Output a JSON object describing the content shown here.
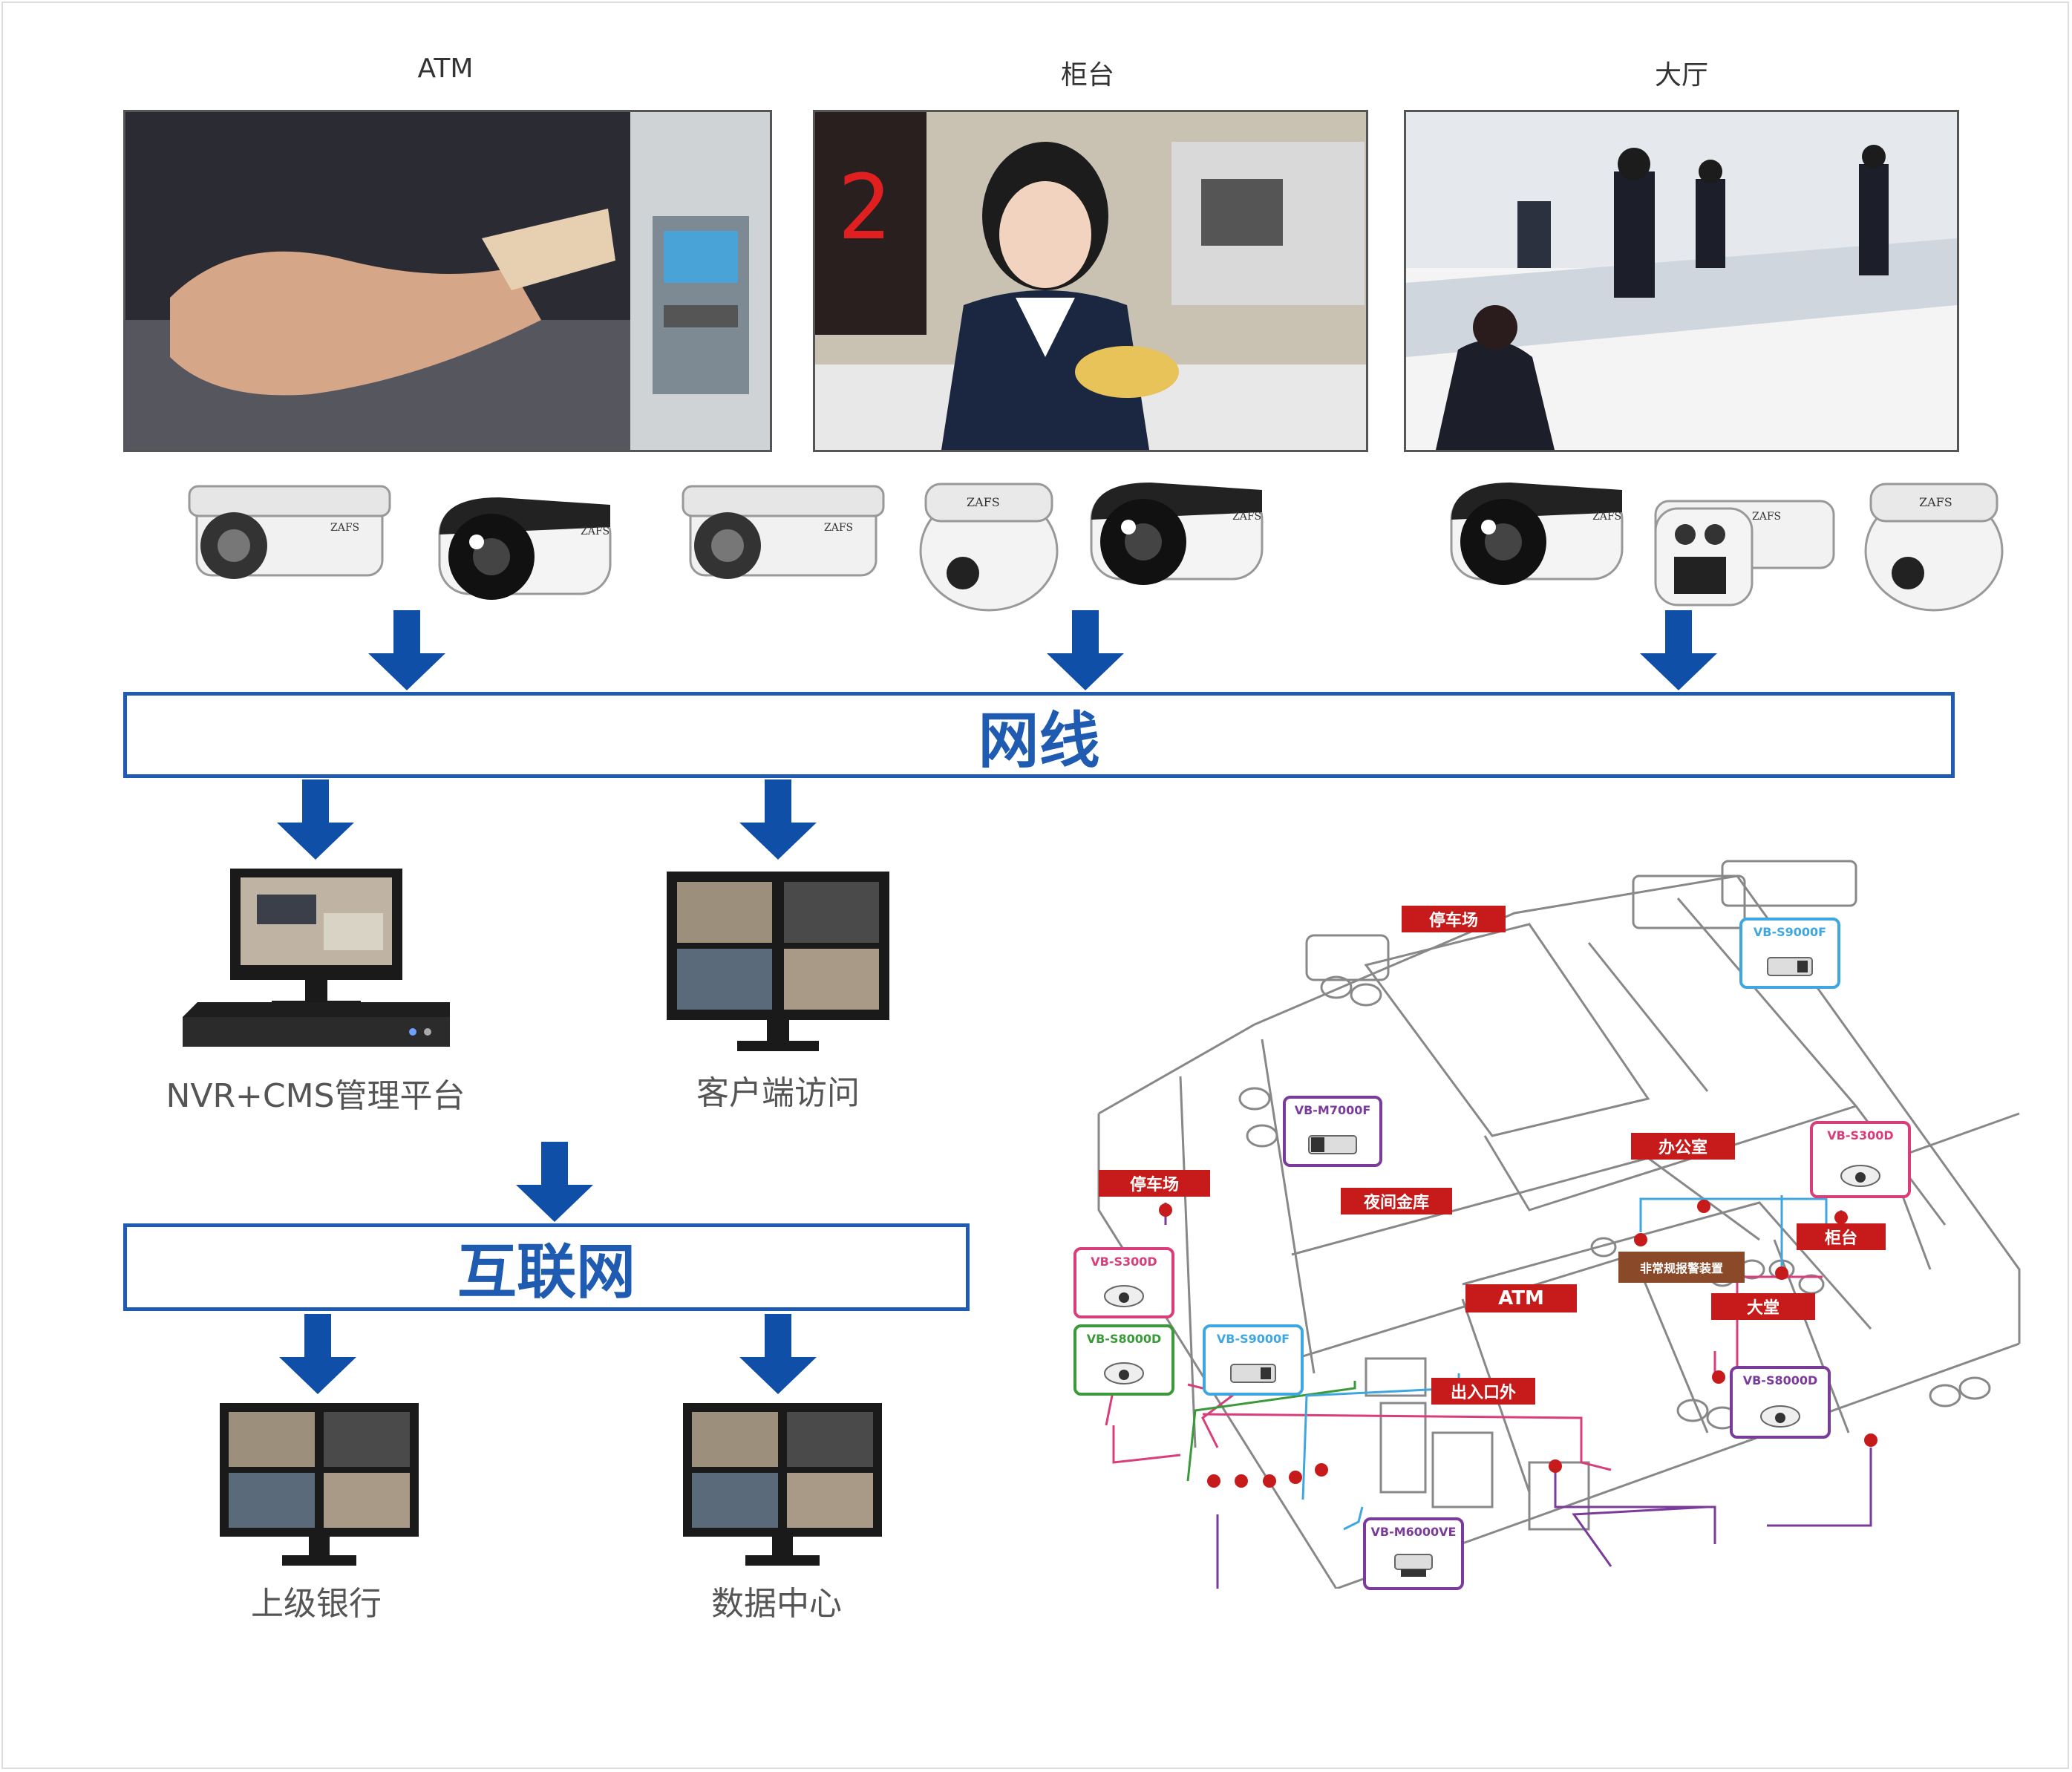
{
  "sections": [
    {
      "title": "ATM"
    },
    {
      "title": "柜台"
    },
    {
      "title": "大厅"
    }
  ],
  "network_label": "网线",
  "internet_label": "互联网",
  "devices": {
    "nvr": "NVR+CMS管理平台",
    "client": "客户端访问",
    "upper_bank": "上级银行",
    "data_center": "数据中心"
  },
  "camera_brand": "ZAFS",
  "floorplan": {
    "zones": {
      "parking_top": "停车场",
      "parking_left": "停车场",
      "office": "办公室",
      "night_vault": "夜间金库",
      "counter": "柜台",
      "atm": "ATM",
      "hall": "大堂",
      "exit": "出入口外",
      "alarm": "非常规报警装置"
    },
    "cameras": {
      "c1": "VB-S9000F",
      "c2": "VB-M7000F",
      "c3": "VB-S300D",
      "c4": "VB-S300D",
      "c5": "VB-S8000D",
      "c6": "VB-S9000F",
      "c7": "VB-S8000D",
      "c8": "VB-M6000VE"
    }
  },
  "colors": {
    "accent_blue": "#1f5bb0",
    "zone_red": "#c71a1a",
    "cam_blue": "#3fa7e0",
    "cam_purple": "#7b3b9a",
    "cam_pink": "#d93d7a",
    "cam_green": "#3a9a3a"
  }
}
